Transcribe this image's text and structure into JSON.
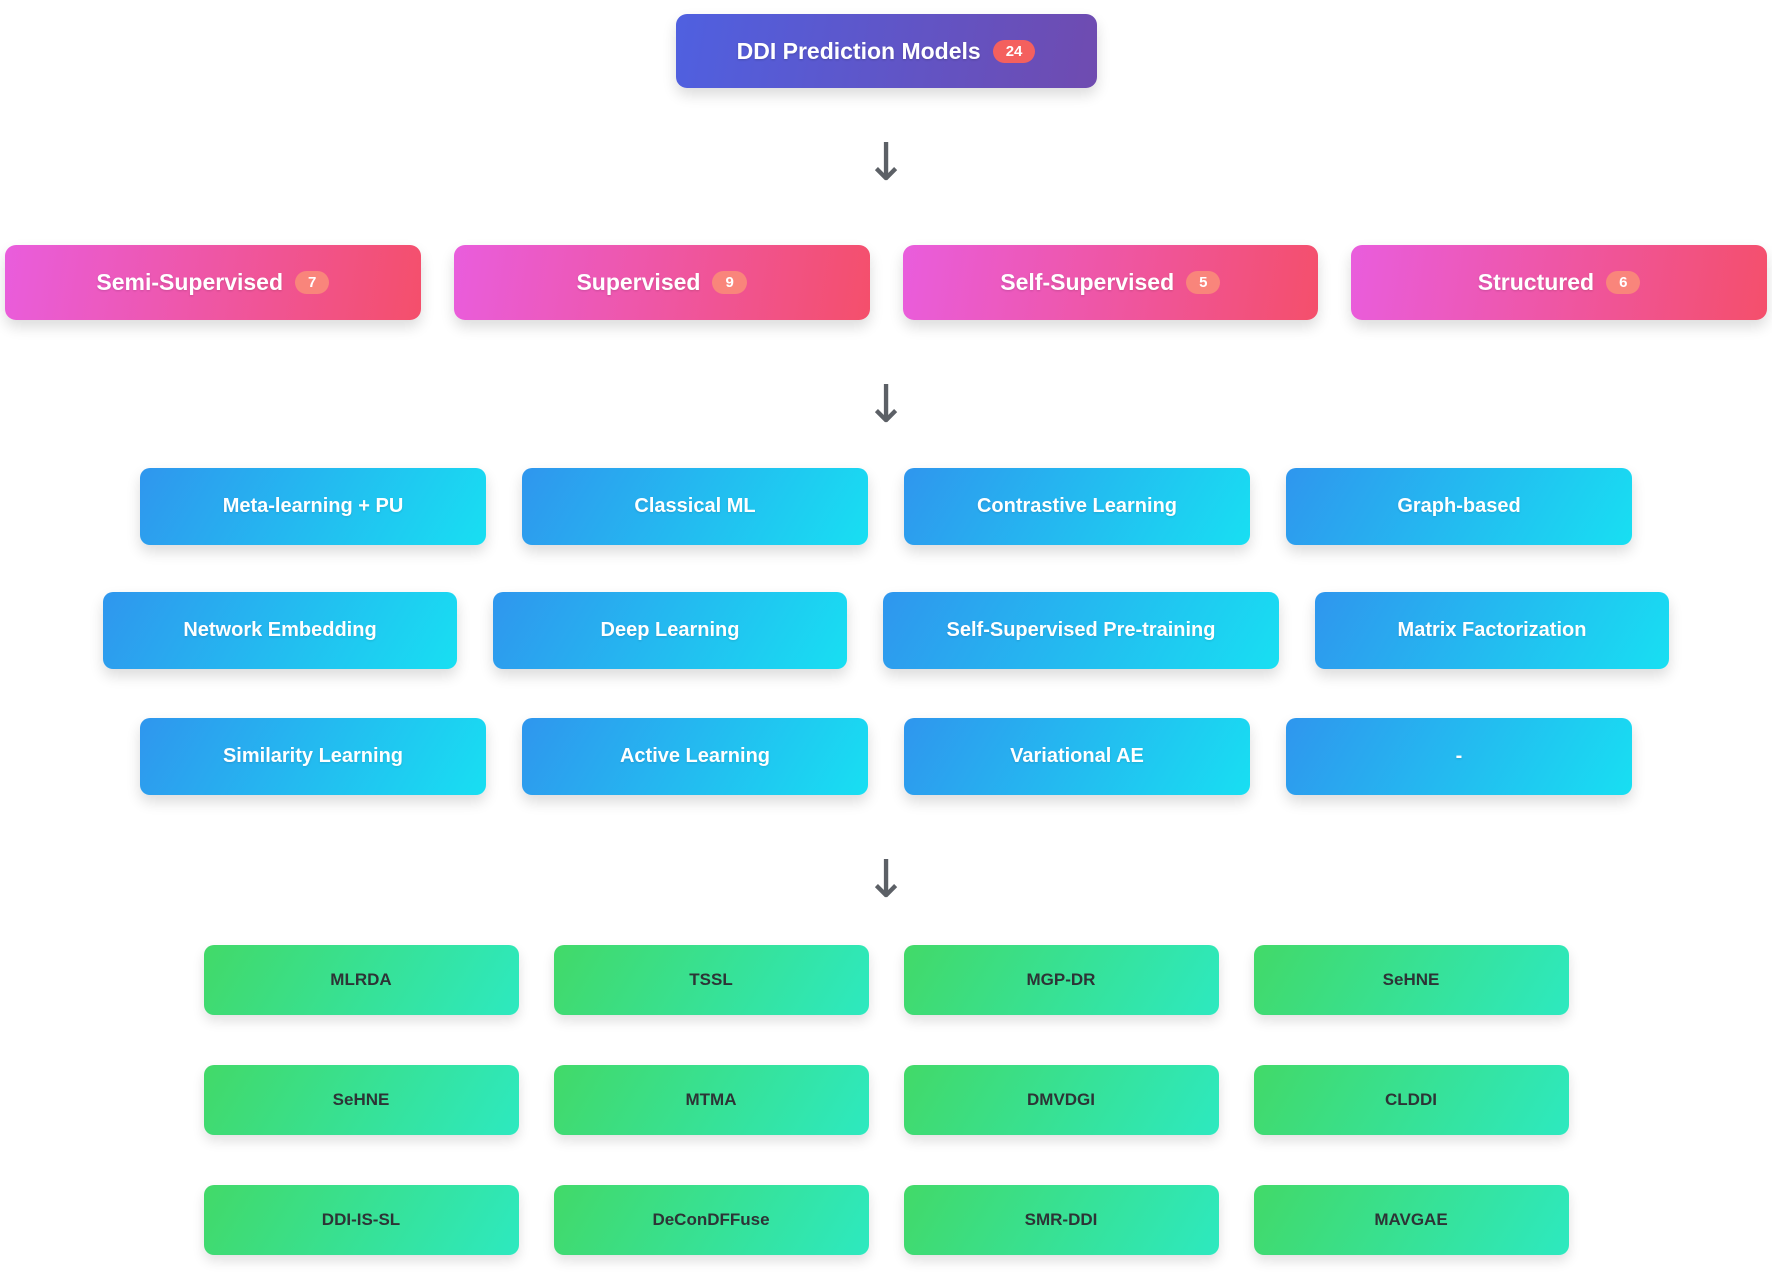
{
  "root": {
    "label": "DDI Prediction Models",
    "count": "24"
  },
  "arrow_glyph": "↓",
  "categories": [
    {
      "label": "Semi-Supervised",
      "count": "7"
    },
    {
      "label": "Supervised",
      "count": "9"
    },
    {
      "label": "Self-Supervised",
      "count": "5"
    },
    {
      "label": "Structured",
      "count": "6"
    }
  ],
  "methods_rows": [
    [
      "Meta-learning + PU",
      "Classical ML",
      "Contrastive Learning",
      "Graph-based"
    ],
    [
      "Network Embedding",
      "Deep Learning",
      "Self-Supervised Pre-training",
      "Matrix Factorization"
    ],
    [
      "Similarity Learning",
      "Active Learning",
      "Variational AE",
      "-"
    ]
  ],
  "models_rows": [
    [
      "MLRDA",
      "TSSL",
      "MGP-DR",
      "SeHNE"
    ],
    [
      "SeHNE",
      "MTMA",
      "DMVDGI",
      "CLDDI"
    ],
    [
      "DDI-IS-SL",
      "DeConDFFuse",
      "SMR-DDI",
      "MAVGAE"
    ]
  ],
  "colors": {
    "root_gradient": [
      "#4f60e0",
      "#6f4bb0"
    ],
    "root_badge": "#f4605e",
    "category_gradient": [
      "#e95ddd",
      "#f44f6b"
    ],
    "category_badge": "#f9857b",
    "method_gradient": [
      "#2f96ee",
      "#18dff2"
    ],
    "model_gradient": [
      "#42d968",
      "#2de9c0"
    ],
    "model_text": "#2d3436",
    "arrow": "#5c6066",
    "background": "#ffffff"
  }
}
